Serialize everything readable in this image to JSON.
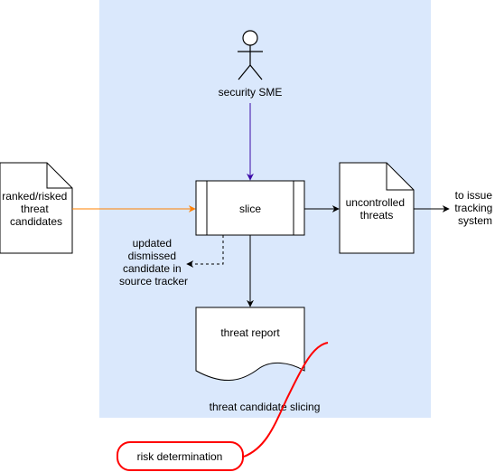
{
  "colors": {
    "container_fill": "#dae8fc",
    "orange_arrow": "#ff8000",
    "purple_arrow": "#3b0aa8",
    "callout_red": "#ff0000",
    "stroke": "#000000"
  },
  "container": {
    "label": "threat candidate slicing"
  },
  "actor": {
    "label": "security SME"
  },
  "input_doc": {
    "lines": [
      "ranked/risked",
      "threat",
      "candidates"
    ]
  },
  "process": {
    "label": "slice"
  },
  "output_doc": {
    "lines": [
      "uncontrolled",
      "threats"
    ]
  },
  "issue_tracking": {
    "lines": [
      "to issue",
      "tracking",
      "system"
    ]
  },
  "dismissed": {
    "lines": [
      "updated",
      "dismissed",
      "candidate in",
      "source tracker"
    ]
  },
  "report": {
    "label": "threat report"
  },
  "callout": {
    "label": "risk determination"
  }
}
